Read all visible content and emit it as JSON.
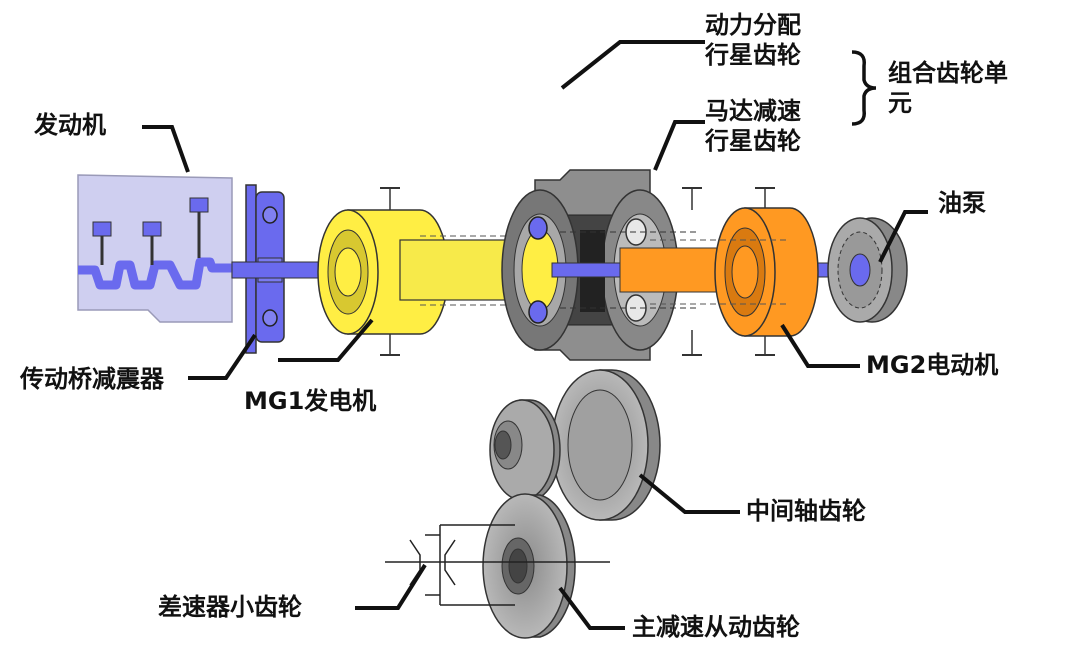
{
  "labels": {
    "engine": "发动机",
    "damper": "传动桥减震器",
    "mg1": "MG1发电机",
    "power_split_line1": "动力分配",
    "power_split_line2": "行星齿轮",
    "combined_unit_line1": "组合齿轮单",
    "combined_unit_line2": "元",
    "motor_reduction_line1": "马达减速",
    "motor_reduction_line2": "行星齿轮",
    "oil_pump": "油泵",
    "mg2": "MG2电动机",
    "counter_gear": "中间轴齿轮",
    "diff_pinion": "差速器小齿轮",
    "final_driven_gear": "主减速从动齿轮"
  },
  "colors": {
    "shaft": "#6a6aee",
    "engine_box": "#ccccee",
    "mg1": "#ffee44",
    "mg2": "#ff9922",
    "gear_gray": "#9a9a9a",
    "gear_dark": "#707070"
  }
}
